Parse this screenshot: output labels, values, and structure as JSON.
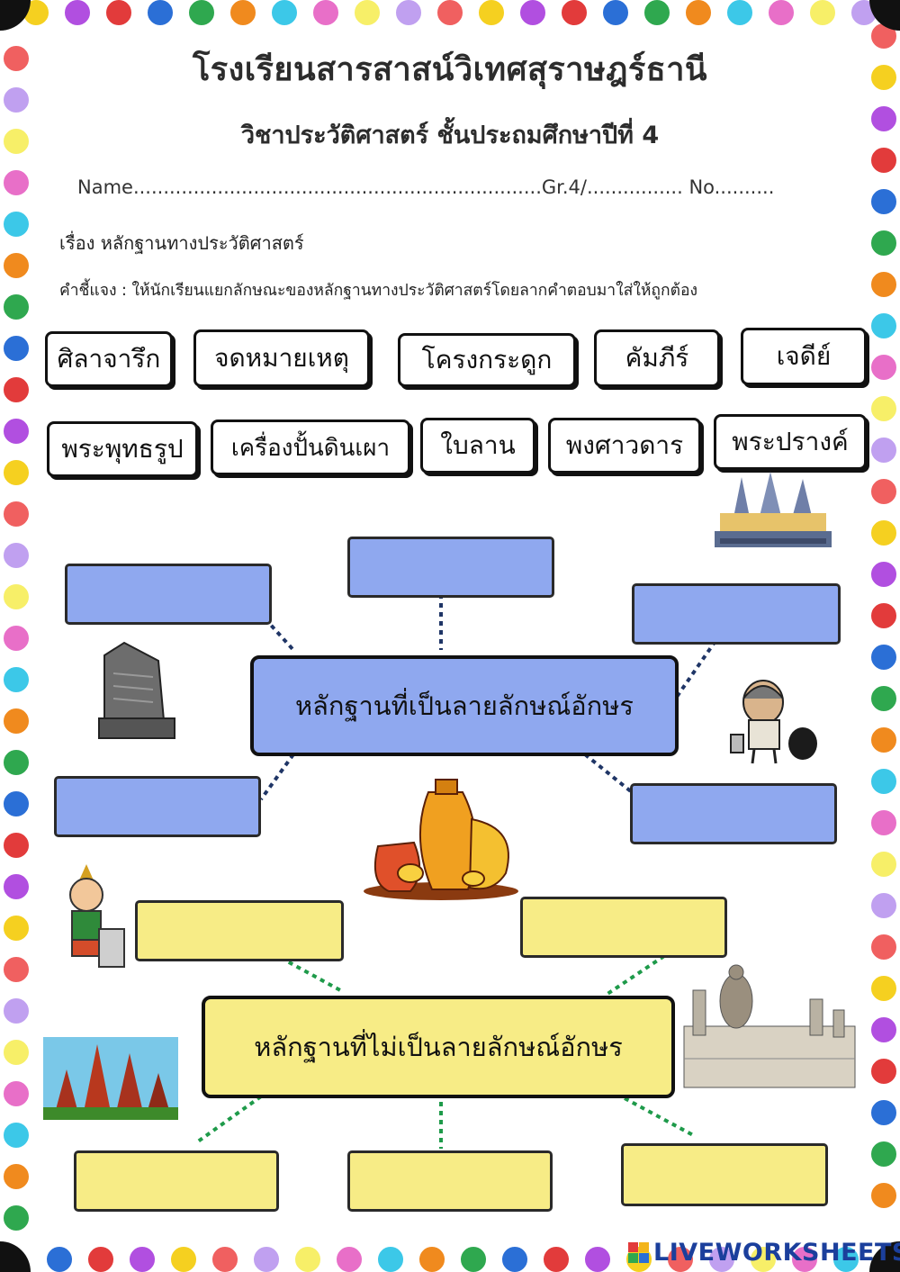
{
  "header": {
    "school": "โรงเรียนสารสาสน์วิเทศสุราษฎร์ธานี",
    "subject": "วิชาประวัติศาสตร์ ชั้นประถมศึกษาปีที่ 4",
    "name_line": "Name....................................................................Gr.4/................ No.........."
  },
  "topic": "เรื่อง  หลักฐานทางประวัติศาสตร์",
  "instructions": "คำชี้แจง : ให้นักเรียนแยกลักษณะของหลักฐานทางประวัติศาสตร์โดยลากคำตอบมาใส่ให้ถูกต้อง",
  "word_bank": [
    "ศิลาจารึก",
    "จดหมายเหตุ",
    "โครงกระดูก",
    "คัมภีร์",
    "เจดีย์",
    "พระพุทธรูป",
    "เครื่องปั้นดินเผา",
    "ใบลาน",
    "พงศาวดาร",
    "พระปรางค์"
  ],
  "diagram": {
    "written_hub": "หลักฐานที่เป็นลายลักษณ์อักษร",
    "nonwritten_hub": "หลักฐานที่ไม่เป็นลายลักษณ์อักษร",
    "written_slots": [
      "",
      "",
      "",
      "",
      ""
    ],
    "nonwritten_slots": [
      "",
      "",
      "",
      "",
      ""
    ]
  },
  "colors": {
    "written": "#8fa8ef",
    "nonwritten": "#f7ec86",
    "written_line": "#1f3566",
    "nonwritten_line": "#1e9a4a"
  },
  "images": [
    "temple-prangs-icon",
    "stone-tablet-icon",
    "archaeologist-icon",
    "pottery-icon",
    "thai-child-icon",
    "red-temple-icon",
    "ruins-buddha-icon"
  ],
  "footer": {
    "watermark": "LIVEWORKSHEETS"
  }
}
